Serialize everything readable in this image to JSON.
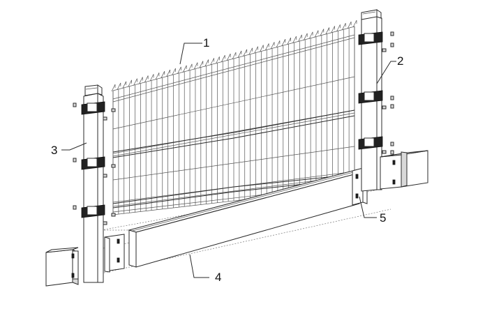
{
  "callouts": [
    {
      "id": "panel",
      "label": "1"
    },
    {
      "id": "post-right",
      "label": "2"
    },
    {
      "id": "post-left",
      "label": "3"
    },
    {
      "id": "base-plate",
      "label": "4"
    },
    {
      "id": "bracket",
      "label": "5"
    }
  ],
  "colors": {
    "line": "#2a2a2a",
    "fill": "#ffffff",
    "shade": "#d9d9d9",
    "clamp": "#222222"
  }
}
